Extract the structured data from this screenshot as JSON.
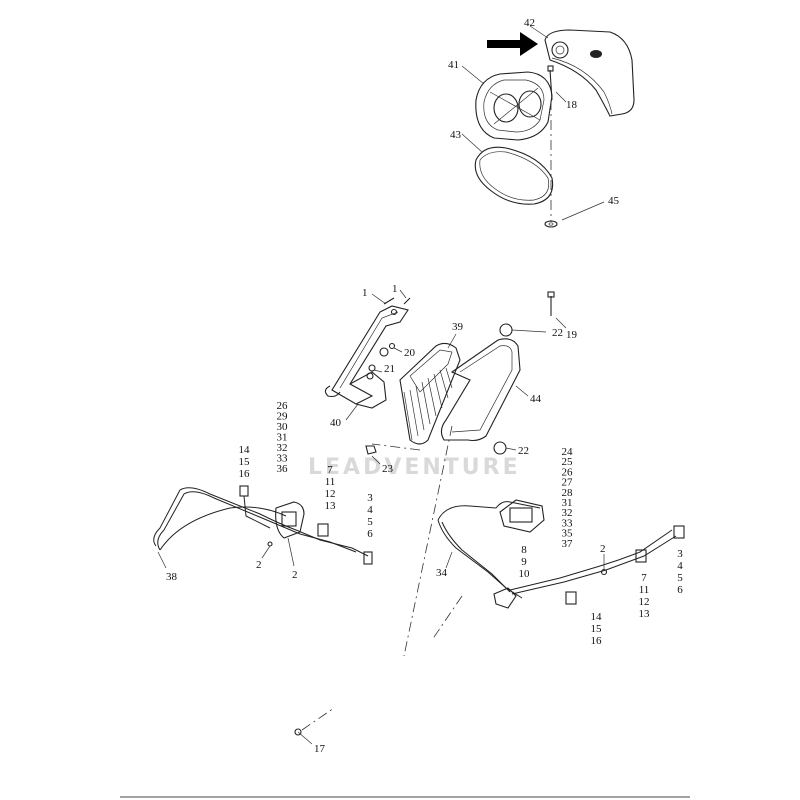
{
  "diagram": {
    "watermark": "LEADVENTURE",
    "colors": {
      "line": "#222222",
      "arrow": "#000000",
      "watermark": "#d9d9d9"
    },
    "callouts": [
      {
        "id": "c42",
        "text": "42"
      },
      {
        "id": "c41",
        "text": "41"
      },
      {
        "id": "c18",
        "text": "18"
      },
      {
        "id": "c43",
        "text": "43"
      },
      {
        "id": "c45",
        "text": "45"
      },
      {
        "id": "c1a",
        "text": "1"
      },
      {
        "id": "c1b",
        "text": "1"
      },
      {
        "id": "c39",
        "text": "39"
      },
      {
        "id": "c22a",
        "text": "22"
      },
      {
        "id": "c19",
        "text": "19"
      },
      {
        "id": "c20",
        "text": "20"
      },
      {
        "id": "c21",
        "text": "21"
      },
      {
        "id": "c44",
        "text": "44"
      },
      {
        "id": "c40",
        "text": "40"
      },
      {
        "id": "c22b",
        "text": "22"
      },
      {
        "id": "c23",
        "text": "23"
      },
      {
        "id": "c38",
        "text": "38"
      },
      {
        "id": "c2a",
        "text": "2"
      },
      {
        "id": "c2b",
        "text": "2"
      },
      {
        "id": "c34",
        "text": "34"
      },
      {
        "id": "c2c",
        "text": "2"
      },
      {
        "id": "c17",
        "text": "17"
      }
    ],
    "stacks": [
      {
        "id": "s-left-upper",
        "items": [
          "26",
          "29",
          "30",
          "31",
          "32",
          "33",
          "36"
        ]
      },
      {
        "id": "s-left-a",
        "items": [
          "14",
          "15",
          "16"
        ]
      },
      {
        "id": "s-left-b",
        "items": [
          "7",
          "11",
          "12",
          "13"
        ]
      },
      {
        "id": "s-left-c",
        "items": [
          "3",
          "4",
          "5",
          "6"
        ]
      },
      {
        "id": "s-right-upper",
        "items": [
          "24",
          "25",
          "26",
          "27",
          "28",
          "31",
          "32",
          "33",
          "35",
          "37"
        ]
      },
      {
        "id": "s-right-a",
        "items": [
          "8",
          "9",
          "10"
        ]
      },
      {
        "id": "s-right-b",
        "items": [
          "14",
          "15",
          "16"
        ]
      },
      {
        "id": "s-right-c",
        "items": [
          "7",
          "11",
          "12",
          "13"
        ]
      },
      {
        "id": "s-right-d",
        "items": [
          "3",
          "4",
          "5",
          "6"
        ]
      }
    ]
  }
}
